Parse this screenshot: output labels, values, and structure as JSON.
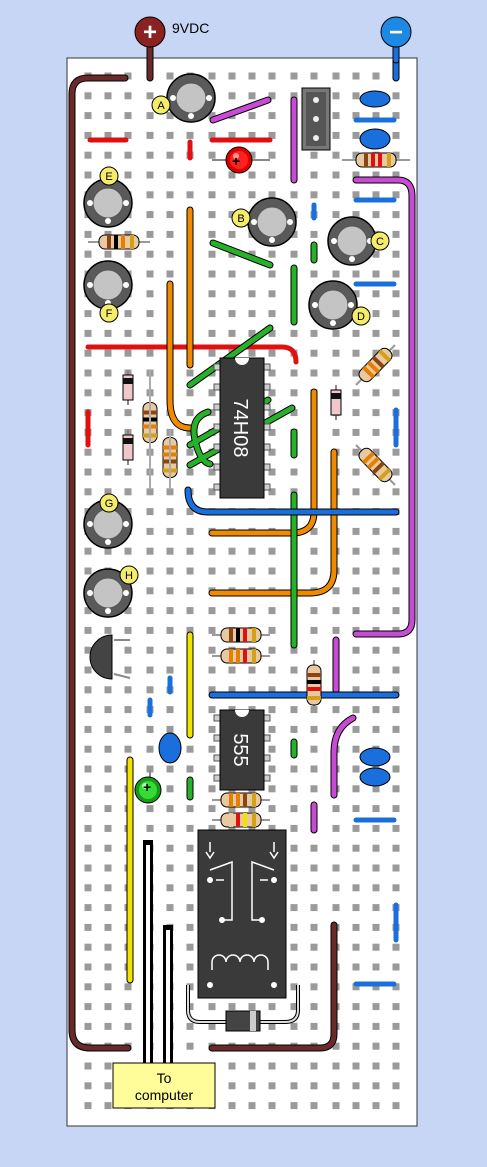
{
  "power": {
    "positive_label": "9VDC",
    "positive_symbol": "+",
    "negative_symbol": "−"
  },
  "chips": {
    "chip1": "74H08",
    "chip2": "555"
  },
  "pots": {
    "a": "A",
    "b": "B",
    "c": "C",
    "d": "D",
    "e": "E",
    "f": "F",
    "g": "G",
    "h": "H"
  },
  "leds": {
    "red_mark": "+",
    "green_mark": "+"
  },
  "connector": {
    "line1": "To",
    "line2": "computer"
  },
  "colors": {
    "background": "#c8d6f5",
    "board": "#ffffff",
    "hole": "#9a9a9a",
    "brown": "#6b2a2a",
    "red": "#e01010",
    "orange": "#f08a00",
    "green": "#27b12a",
    "magenta": "#c84bd6",
    "blue": "#1b6fdc",
    "yellow": "#f2e200",
    "black": "#000000",
    "pot_label": "#f4ec6a",
    "positive_terminal": "#8b2222",
    "negative_terminal": "#1e88e5"
  }
}
